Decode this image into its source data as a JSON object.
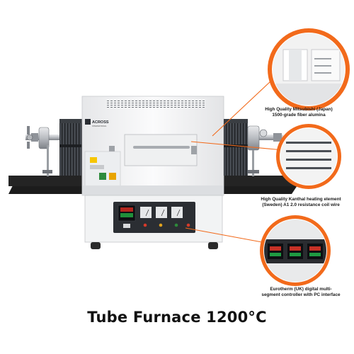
{
  "brand": {
    "logo_text_main": "ACROSS",
    "logo_text_sub": "INTERNATIONAL"
  },
  "callouts": [
    {
      "caption_line1": "High Quality Mitsubishi (Japan)",
      "caption_line2": "1500-grade fiber alumina"
    },
    {
      "caption_line1": "High Quality Kanthal heating element",
      "caption_line2": "(Sweden) A1 2.0 resistance coil wire"
    },
    {
      "caption_line1": "Eurotherm (UK) digital multi-",
      "caption_line2": "segment controller with PC interface"
    }
  ],
  "product_title": "Tube Furnace 1200°C",
  "colors": {
    "accent_orange": "#f26a1b",
    "body_white": "#f4f5f6",
    "panel_dark": "#2b2e33",
    "base_black": "#1c1c1c"
  }
}
